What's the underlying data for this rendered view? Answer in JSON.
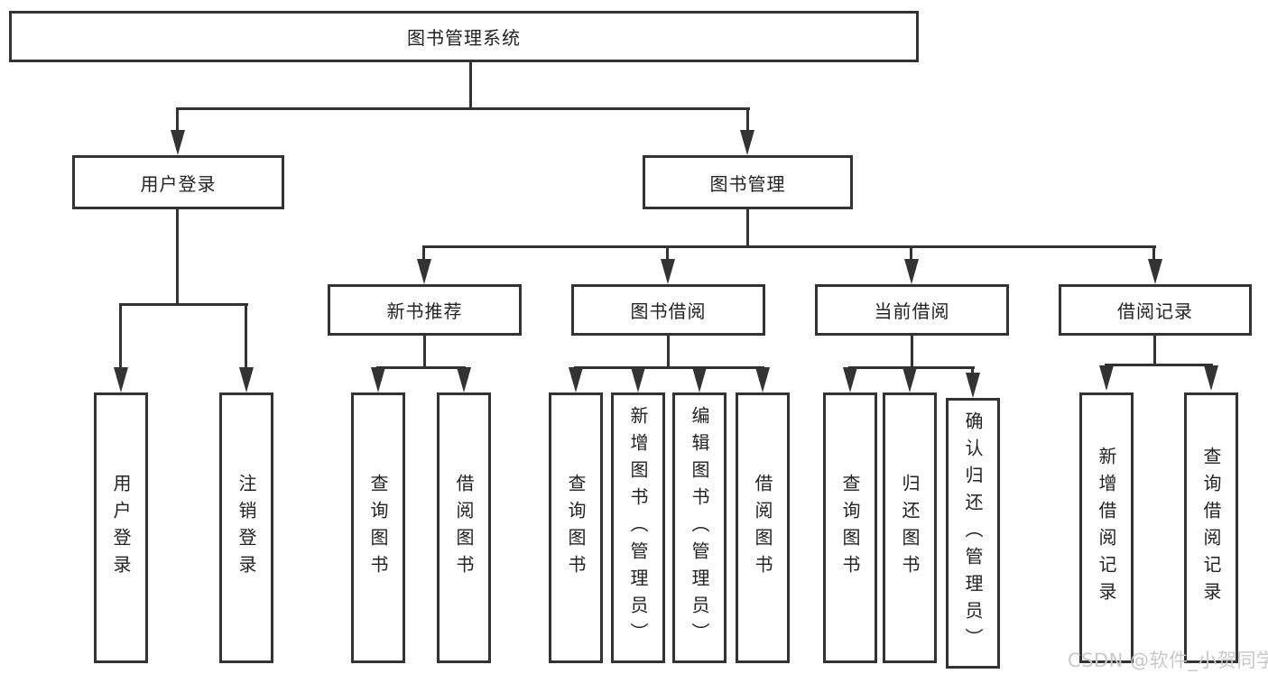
{
  "diagram": {
    "watermark": "CSDN @软件_小贺同学",
    "colors": {
      "line": "#333333",
      "text": "#222222",
      "watermark": "#c9c9c9",
      "background": "#ffffff"
    },
    "root": {
      "label": "图书管理系统"
    },
    "branches": [
      {
        "label": "用户登录",
        "children": [
          {
            "label": "用户登录"
          },
          {
            "label": "注销登录"
          }
        ]
      },
      {
        "label": "图书管理",
        "children": [
          {
            "label": "新书推荐",
            "children": [
              {
                "label": "查询图书"
              },
              {
                "label": "借阅图书"
              }
            ]
          },
          {
            "label": "图书借阅",
            "children": [
              {
                "label": "查询图书"
              },
              {
                "label": "新增图书（管理员）"
              },
              {
                "label": "编辑图书（管理员）"
              },
              {
                "label": "借阅图书"
              }
            ]
          },
          {
            "label": "当前借阅",
            "children": [
              {
                "label": "查询图书"
              },
              {
                "label": "归还图书"
              },
              {
                "label": "确认归还（管理员）"
              }
            ]
          },
          {
            "label": "借阅记录",
            "children": [
              {
                "label": "新增借阅记录"
              },
              {
                "label": "查询借阅记录"
              }
            ]
          }
        ]
      }
    ]
  }
}
